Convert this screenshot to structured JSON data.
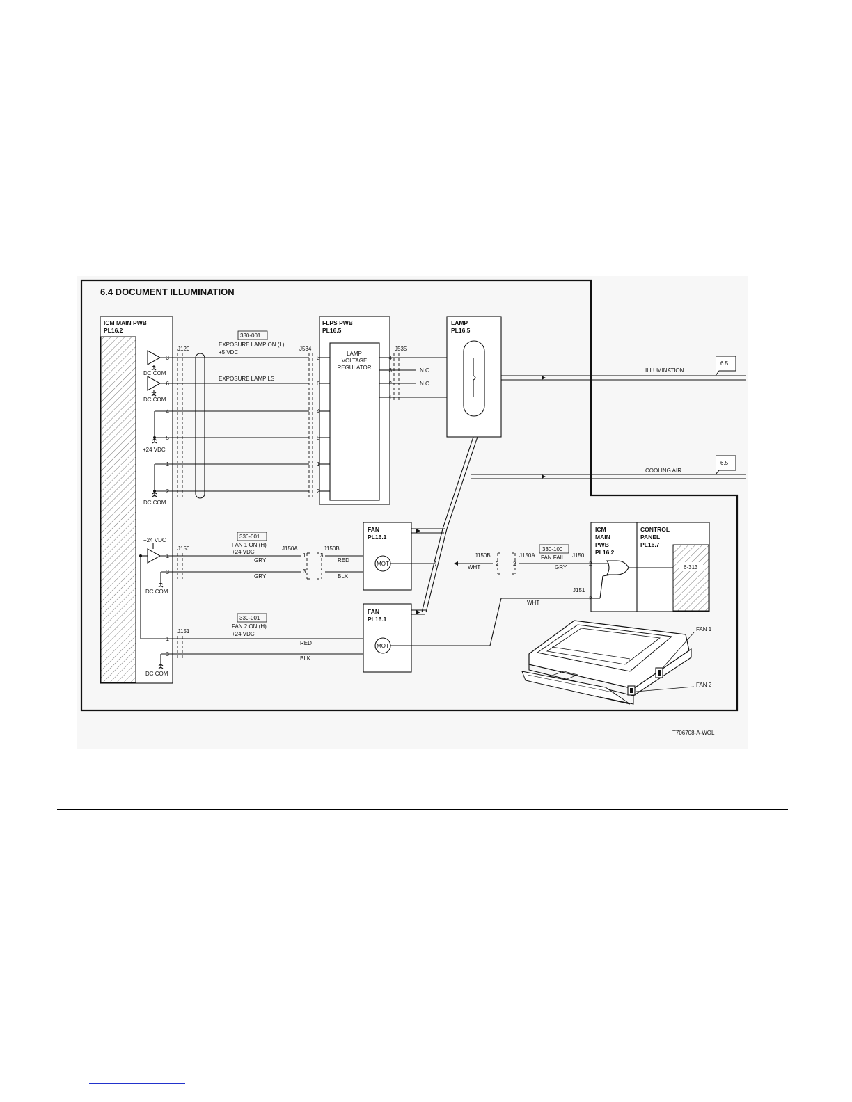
{
  "diagram": {
    "title": "6.4 DOCUMENT ILLUMINATION",
    "footer_code": "T706708-A-WOL",
    "icm_main": {
      "title": "ICM MAIN PWB",
      "part": "PL16.2"
    },
    "flps": {
      "title": "FLPS PWB",
      "part": "PL16.5"
    },
    "lamp": {
      "title": "LAMP",
      "part": "PL16.5"
    },
    "lvr": {
      "line1": "LAMP",
      "line2": "VOLTAGE",
      "line3": "REGULATOR"
    },
    "fan1": {
      "title": "FAN",
      "part": "PL16.1"
    },
    "fan2": {
      "title": "FAN",
      "part": "PL16.1"
    },
    "icm_small": {
      "line1": "ICM",
      "line2": "MAIN",
      "line3": "PWB",
      "line4": "PL16.2"
    },
    "control_panel": {
      "line1": "CONTROL",
      "line2": "PANEL",
      "line3": "PL16.7",
      "ref": "6-313"
    },
    "connectors": {
      "j120": "J120",
      "j534": "J534",
      "j535": "J535",
      "j150": "J150",
      "j150a": "J150A",
      "j150b": "J150B",
      "j151": "J151",
      "j150_r": "J150",
      "j151_r": "J151",
      "j150b_r": "J150B",
      "j150a_r": "J150A"
    },
    "signals": {
      "lamp_code": "330-001",
      "lamp_on": "EXPOSURE LAMP ON (L)",
      "lamp_v": "+5 VDC",
      "lamp_ls": "EXPOSURE LAMP LS",
      "fan1_code": "330-001",
      "fan1_on": "FAN 1 ON (H)",
      "fan1_v": "+24 VDC",
      "fan2_code": "330-001",
      "fan2_on": "FAN 2 ON (H)",
      "fan2_v": "+24 VDC",
      "fail_code": "330-100",
      "fan_fail": "FAN FAIL"
    },
    "rails": {
      "dccom": "DC COM",
      "v24": "+24 VDC"
    },
    "pins": {
      "p1": "1",
      "p2": "2",
      "p3": "3",
      "p4": "4",
      "p5": "5",
      "p6": "6"
    },
    "wires": {
      "gry": "GRY",
      "red": "RED",
      "blk": "BLK",
      "wht": "WHT"
    },
    "nc": "N.C.",
    "mot": "MOT",
    "outputs": {
      "illumination": "ILLUMINATION",
      "cooling_air": "COOLING AIR",
      "ref": "6.5"
    },
    "machine": {
      "fan1": "FAN 1",
      "fan2": "FAN 2"
    }
  }
}
